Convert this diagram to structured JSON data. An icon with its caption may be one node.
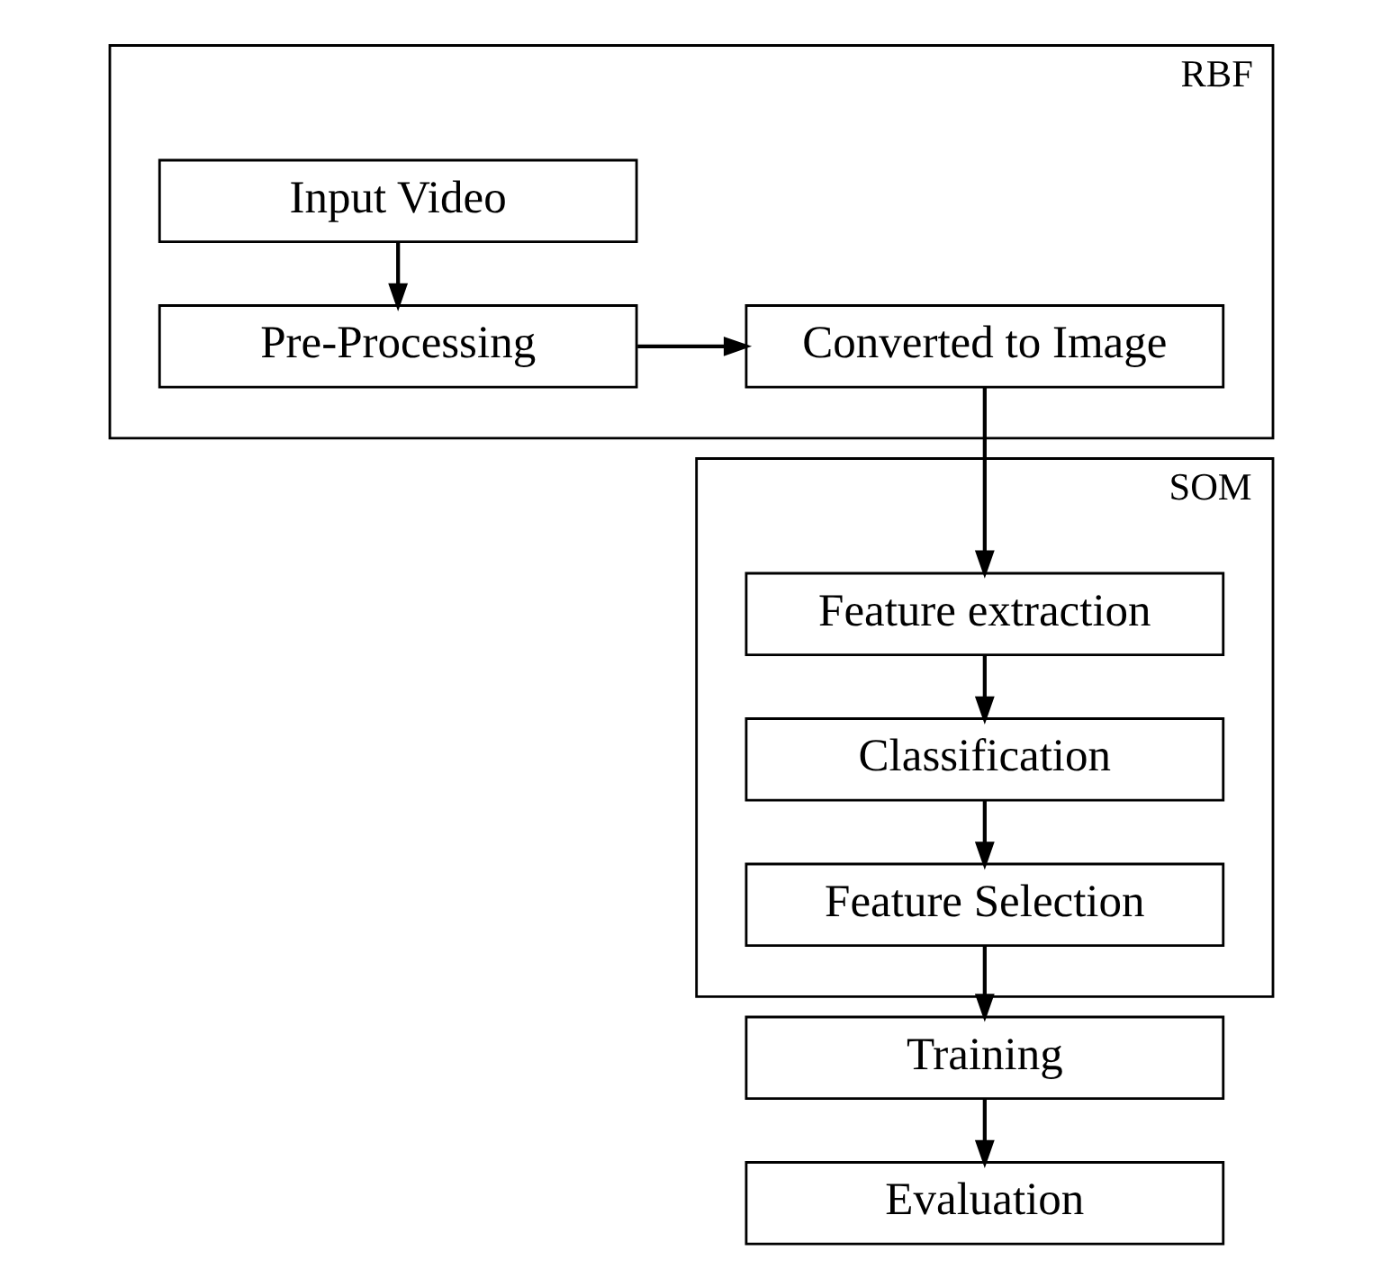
{
  "diagram": {
    "nodes": [
      {
        "text": [
          "RBF"
        ]
      },
      {
        "text": [
          "Input Video"
        ],
        "in": 0
      },
      {
        "text": [
          "Pre-Processing"
        ],
        "in": 0
      },
      {
        "text": [
          "Converted to Image"
        ],
        "in": 0
      },
      {
        "text": [
          "SOM"
        ]
      },
      {
        "text": [
          "Feature extraction"
        ],
        "in": 4
      },
      {
        "text": [
          "Classification"
        ],
        "in": 4
      },
      {
        "text": [
          "Feature Selection"
        ],
        "in": 4
      },
      {
        "text": [
          "Training"
        ]
      },
      {
        "text": [
          "Evaluation"
        ]
      }
    ],
    "edges": [
      {
        "from": 1,
        "to": 2,
        "arrow": "to"
      },
      {
        "from": 2,
        "to": 3,
        "arrow": "to"
      },
      {
        "from": 3,
        "to": 5,
        "arrow": "to"
      },
      {
        "from": 5,
        "to": 6,
        "arrow": "to"
      },
      {
        "from": 6,
        "to": 7,
        "arrow": "to"
      },
      {
        "from": 7,
        "to": 8,
        "arrow": "to"
      },
      {
        "from": 8,
        "to": 9,
        "arrow": "to"
      }
    ]
  }
}
